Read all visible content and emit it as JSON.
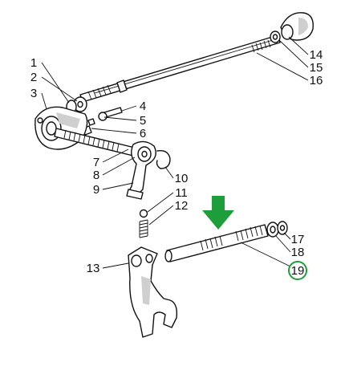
{
  "diagram": {
    "callouts": [
      {
        "id": "c1",
        "label": "1"
      },
      {
        "id": "c2",
        "label": "2"
      },
      {
        "id": "c3",
        "label": "3"
      },
      {
        "id": "c4",
        "label": "4"
      },
      {
        "id": "c5",
        "label": "5"
      },
      {
        "id": "c6",
        "label": "6"
      },
      {
        "id": "c7",
        "label": "7"
      },
      {
        "id": "c8",
        "label": "8"
      },
      {
        "id": "c9",
        "label": "9"
      },
      {
        "id": "c10",
        "label": "10"
      },
      {
        "id": "c11",
        "label": "11"
      },
      {
        "id": "c12",
        "label": "12"
      },
      {
        "id": "c13",
        "label": "13"
      },
      {
        "id": "c14",
        "label": "14"
      },
      {
        "id": "c15",
        "label": "15"
      },
      {
        "id": "c16",
        "label": "16"
      },
      {
        "id": "c17",
        "label": "17"
      },
      {
        "id": "c18",
        "label": "18"
      },
      {
        "id": "c19",
        "label": "19"
      }
    ],
    "highlight": {
      "label": "19",
      "circle_color": "#1e9e3a"
    },
    "arrow": {
      "color": "#1e9e3a",
      "direction": "down"
    }
  }
}
